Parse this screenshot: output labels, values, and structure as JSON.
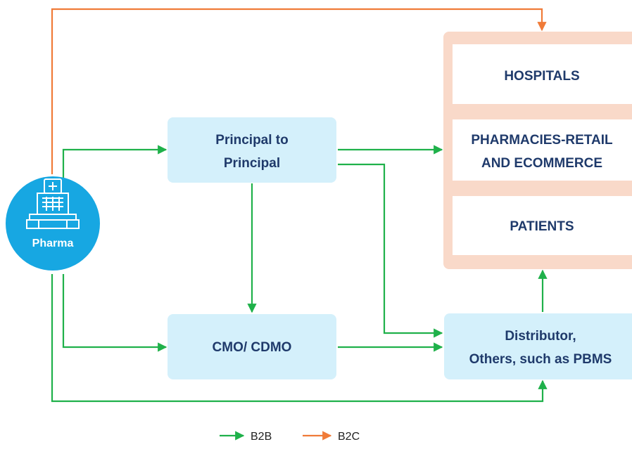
{
  "colors": {
    "b2b": "#1fb14a",
    "b2c": "#f07b38",
    "process_box": "#d4f0fb",
    "destination_panel": "#f9d9c9",
    "destination_cell": "#ffffff",
    "pharma_circle": "#17a7e2",
    "label_text": "#1f3a6b"
  },
  "pharma": {
    "label": "Pharma",
    "icon": "hospital-building-icon"
  },
  "principal": {
    "line1": "Principal to",
    "line2": "Principal"
  },
  "cmo": {
    "label": "CMO/ CDMO"
  },
  "distributor": {
    "line1": "Distributor,",
    "line2": "Others, such as PBMS"
  },
  "destinations": {
    "hospitals": "HOSPITALS",
    "pharmacies_line1": "PHARMACIES-RETAIL",
    "pharmacies_line2": "AND ECOMMERCE",
    "patients": "PATIENTS"
  },
  "legend": {
    "b2b": "B2B",
    "b2c": "B2C"
  }
}
